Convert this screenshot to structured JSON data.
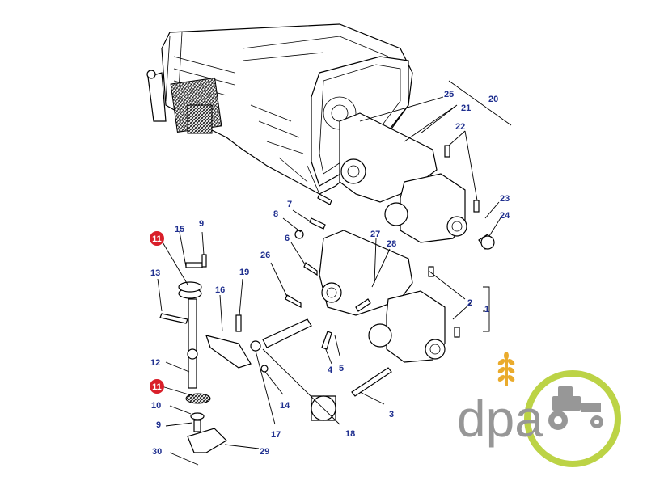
{
  "callouts": [
    "1",
    "2",
    "3",
    "4",
    "5",
    "6",
    "7",
    "8",
    "9",
    "9",
    "10",
    "11",
    "11",
    "12",
    "13",
    "14",
    "15",
    "16",
    "17",
    "18",
    "19",
    "20",
    "21",
    "22",
    "23",
    "24",
    "25",
    "26",
    "27",
    "28",
    "29",
    "30"
  ],
  "logo": {
    "text": "dpa"
  },
  "colors": {
    "callout_text": "#1f2f8f",
    "highlight_badge": "#d91f2a",
    "logo_gray": "#8c8c8c",
    "logo_green": "#b5cf32",
    "logo_gold": "#e8a317"
  }
}
